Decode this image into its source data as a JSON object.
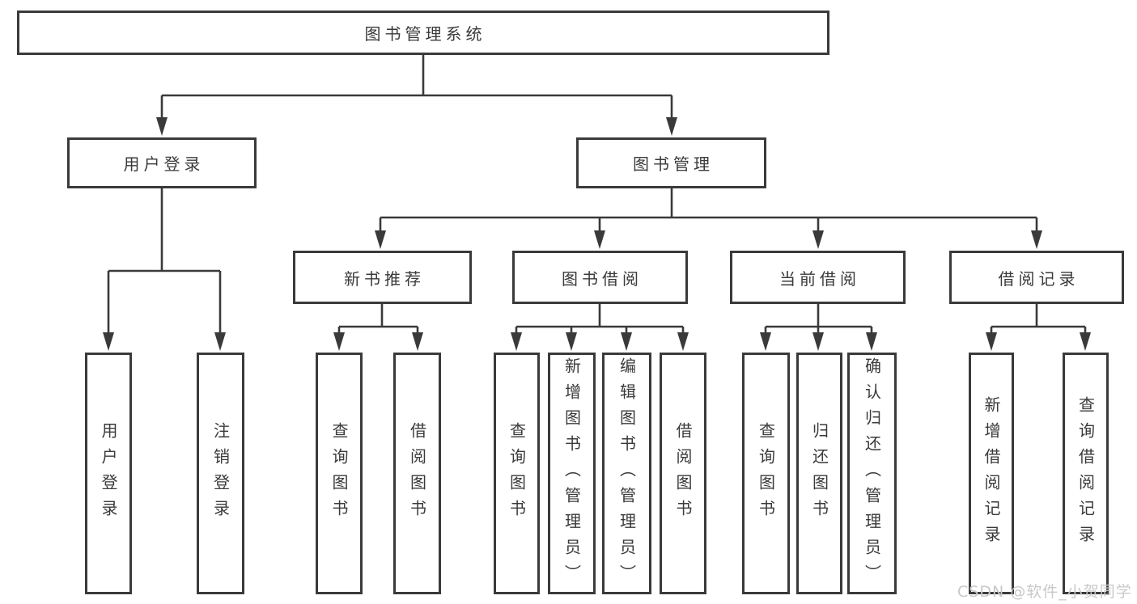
{
  "diagram_title": "图书管理系统",
  "tree": {
    "label": "图书管理系统",
    "children": [
      {
        "label": "用户登录",
        "children": [
          {
            "label": "用户登录"
          },
          {
            "label": "注销登录"
          }
        ]
      },
      {
        "label": "图书管理",
        "children": [
          {
            "label": "新书推荐",
            "children": [
              {
                "label": "查询图书"
              },
              {
                "label": "借阅图书"
              }
            ]
          },
          {
            "label": "图书借阅",
            "children": [
              {
                "label": "查询图书"
              },
              {
                "label": "新增图书（管理员）"
              },
              {
                "label": "编辑图书（管理员）"
              },
              {
                "label": "借阅图书"
              }
            ]
          },
          {
            "label": "当前借阅",
            "children": [
              {
                "label": "查询图书"
              },
              {
                "label": "归还图书"
              },
              {
                "label": "确认归还（管理员）"
              }
            ]
          },
          {
            "label": "借阅记录",
            "children": [
              {
                "label": "新增借阅记录"
              },
              {
                "label": "查询借阅记录"
              }
            ]
          }
        ]
      }
    ]
  },
  "watermark": {
    "text": "CSDN @软件_小贺同学",
    "color": "#c9c9c9"
  },
  "colors": {
    "line": "#3a3a3a",
    "box_border": "#3a3a3a",
    "text": "#3a3a3a",
    "background": "#ffffff",
    "watermark": "#c9c9c9"
  }
}
